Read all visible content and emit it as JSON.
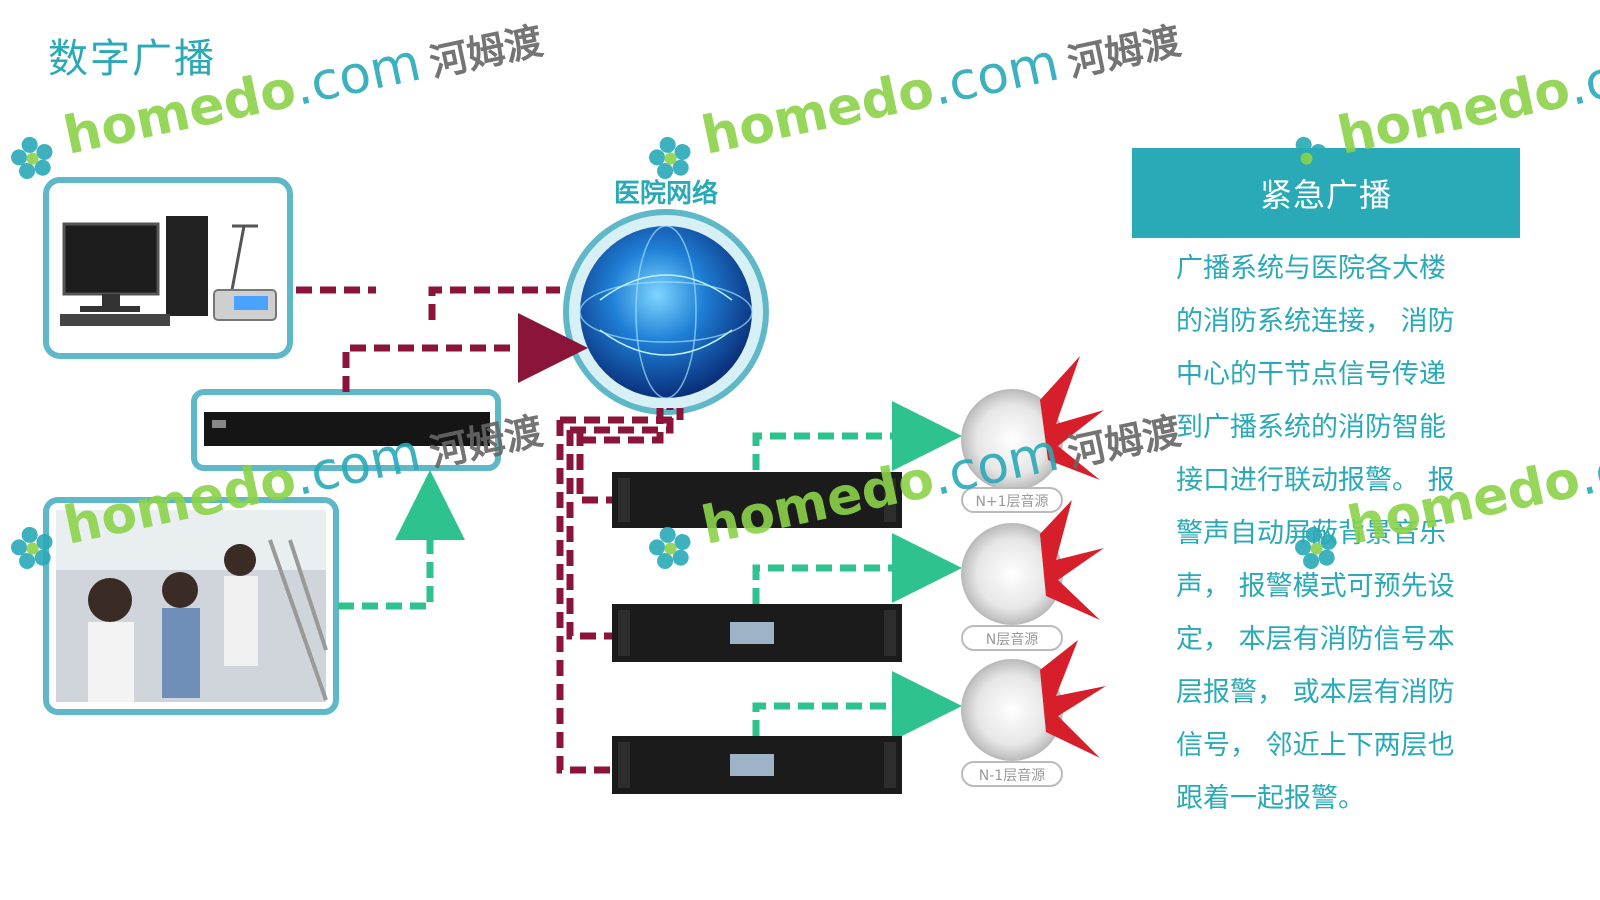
{
  "page": {
    "title": "数字广播"
  },
  "diagram": {
    "network_label": "医院网络",
    "speaker_labels": [
      "N+1层音源",
      "N层音源",
      "N-1层音源"
    ]
  },
  "panel": {
    "heading": "紧急广播",
    "body_lines": [
      "广播系统与医院各大楼",
      "的消防系统连接， 消防",
      "中心的干节点信号传递",
      "到广播系统的消防智能",
      "接口进行联动报警。 报",
      "警声自动屏蔽背景音乐",
      "声， 报警模式可预先设",
      "定， 本层有消防信号本",
      "层报警， 或本层有消防",
      "信号， 邻近上下两层也",
      "跟着一起报警。"
    ]
  },
  "watermark": {
    "brand": "homedo",
    "domain": ".com",
    "chinese": "河姆渡"
  },
  "colors": {
    "accent": "#2aa9b7",
    "dashed_red": "#8a1538",
    "dashed_green": "#2ec28e",
    "watermark_green": "#8bd34a"
  }
}
